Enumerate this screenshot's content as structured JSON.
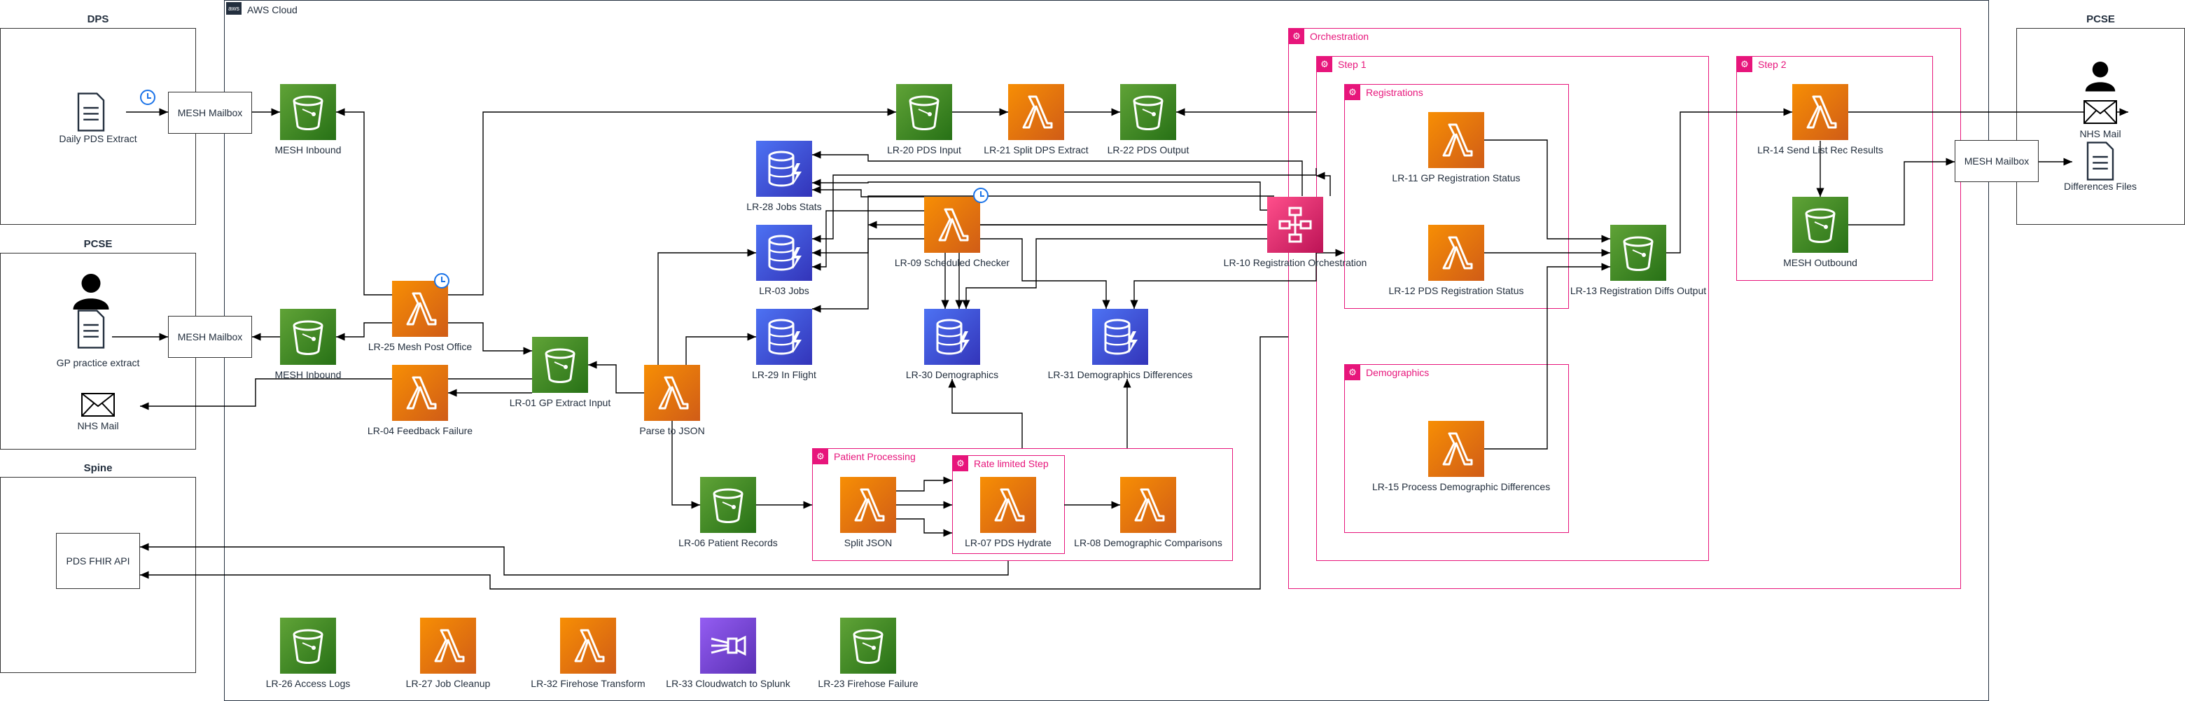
{
  "panels": {
    "dps": "DPS",
    "pcse_left": "PCSE",
    "spine": "Spine",
    "pcse_right": "PCSE"
  },
  "cloud": {
    "label": "AWS Cloud",
    "logo": "aws"
  },
  "groups": {
    "orchestration": "Orchestration",
    "step1": "Step 1",
    "step2": "Step 2",
    "registrations": "Registrations",
    "demographics": "Demographics",
    "patient_processing": "Patient Processing",
    "rate_limited": "Rate limited Step"
  },
  "external": {
    "daily_pds_extract": "Daily PDS Extract",
    "gp_practice_extract": "GP practice extract",
    "nhs_mail_left": "NHS Mail",
    "mesh_mailbox_1": "MESH Mailbox",
    "mesh_mailbox_2": "MESH Mailbox",
    "mesh_mailbox_3": "MESH Mailbox",
    "pds_fhir_api": "PDS FHIR API",
    "nhs_mail_right": "NHS Mail",
    "differences_files": "Differences Files"
  },
  "nodes": {
    "mesh_inbound_1": "MESH Inbound",
    "mesh_inbound_2": "MESH Inbound",
    "lr25": "LR-25 Mesh Post Office",
    "lr04": "LR-04 Feedback Failure",
    "lr01": "LR-01 GP Extract Input",
    "parse": "Parse to JSON",
    "lr06": "LR-06 Patient Records",
    "split_json": "Split JSON",
    "lr07": "LR-07 PDS Hydrate",
    "lr08": "LR-08 Demographic Comparisons",
    "lr28": "LR-28 Jobs Stats",
    "lr03": "LR-03 Jobs",
    "lr29": "LR-29 In Flight",
    "lr09": "LR-09 Scheduled Checker",
    "lr30": "LR-30 Demographics",
    "lr31": "LR-31 Demographics Differences",
    "lr20": "LR-20 PDS Input",
    "lr21": "LR-21 Split DPS Extract",
    "lr22": "LR-22 PDS Output",
    "lr10": "LR-10 Registration Orchestration",
    "lr11": "LR-11 GP Registration Status",
    "lr12": "LR-12 PDS Registration Status",
    "lr15": "LR-15 Process Demographic Differences",
    "lr13": "LR-13 Registration Diffs Output",
    "lr14": "LR-14 Send List Rec Results",
    "mesh_outbound": "MESH Outbound",
    "lr26": "LR-26 Access Logs",
    "lr27": "LR-27 Job Cleanup",
    "lr32": "LR-32 Firehose Transform",
    "lr33": "LR-33 Cloudwatch to Splunk",
    "lr23": "LR-23 Firehose Failure"
  },
  "colors": {
    "s3": "#3f8624",
    "lambda": "#ed7100",
    "dynamodb": "#3b48cc",
    "step_functions": "#e7157b",
    "firehose": "#8c4fff",
    "group_border": "#e7157b"
  }
}
